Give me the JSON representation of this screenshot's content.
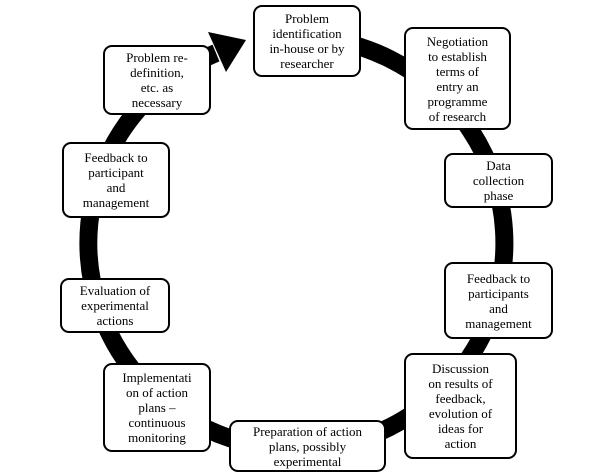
{
  "colors": {
    "ring": "#000000",
    "box_border": "#000000",
    "box_fill": "#ffffff",
    "text": "#000000"
  },
  "diagram": {
    "steps": [
      {
        "lines": [
          "Problem",
          "identification",
          "in-house or by",
          "researcher"
        ]
      },
      {
        "lines": [
          "Negotiation",
          "to establish",
          "terms of",
          "entry an",
          "programme",
          "of research"
        ]
      },
      {
        "lines": [
          "Data",
          "collection",
          "phase"
        ]
      },
      {
        "lines": [
          "Feedback to",
          "participants",
          "and",
          "management"
        ]
      },
      {
        "lines": [
          "Discussion",
          "on results of",
          "feedback,",
          "evolution of",
          "ideas for",
          "action"
        ]
      },
      {
        "lines": [
          "Preparation of action",
          "plans, possibly",
          "experimental"
        ]
      },
      {
        "lines": [
          "Implementati",
          "on of action",
          "plans –",
          "continuous",
          "monitoring"
        ]
      },
      {
        "lines": [
          "Evaluation of",
          "experimental",
          "actions"
        ]
      },
      {
        "lines": [
          "Feedback to",
          "participant",
          "and",
          "management"
        ]
      },
      {
        "lines": [
          "Problem re-",
          "definition,",
          "etc. as",
          "necessary"
        ]
      }
    ]
  }
}
